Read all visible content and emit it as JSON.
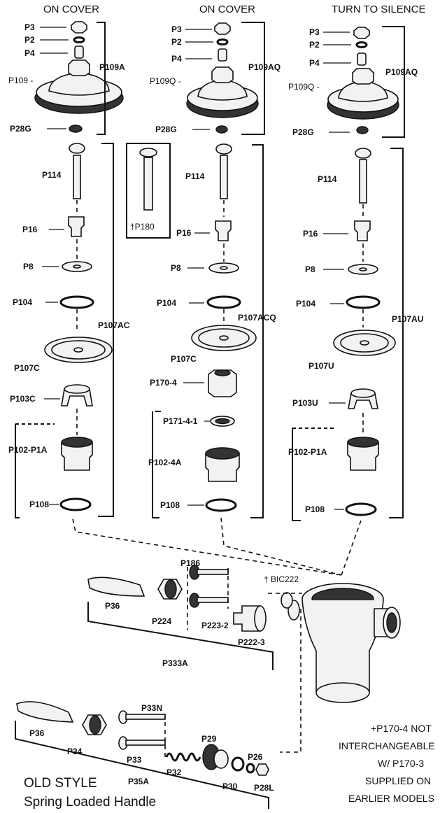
{
  "headers": {
    "col1": "ON COVER",
    "col2": "ON COVER",
    "col3": "TURN TO SILENCE"
  },
  "col1": {
    "p3": "P3",
    "p2": "P2",
    "p4": "P4",
    "p109": "P109 -",
    "p28g": "P28G",
    "p114": "P114",
    "p16": "P16",
    "p8": "P8",
    "p104": "P104",
    "p107c": "P107C",
    "p103c": "P103C",
    "p102": "P102-P1A",
    "p108": "P108",
    "group_top": "P109A",
    "group_bottom": "P107AC"
  },
  "col2": {
    "p3": "P3",
    "p2": "P2",
    "p4": "P4",
    "p109q": "P109Q -",
    "p28g": "P28G",
    "p114": "P114",
    "p16": "P16",
    "p8": "P8",
    "p104": "P104",
    "p107c": "P107C",
    "p170": "P170-4",
    "p171": "P171-4-1",
    "p102": "P102-4A",
    "p108": "P108",
    "group_top": "P109AQ",
    "group_bottom": "P107ACQ",
    "inset": "†P180"
  },
  "col3": {
    "p3": "P3",
    "p2": "P2",
    "p4": "P4",
    "p109q": "P109Q -",
    "p28g": "P28G",
    "p114": "P114",
    "p16": "P16",
    "p8": "P8",
    "p104": "P104",
    "p107u": "P107U",
    "p103u": "P103U",
    "p102": "P102-P1A",
    "p108": "P108",
    "group_top": "P109AQ",
    "group_bottom": "P107AU"
  },
  "handle": {
    "p186": "P186",
    "bic222": "† BIC222",
    "p36": "P36",
    "p224": "P224",
    "p223": "P223-2",
    "p222": "P222-3",
    "group": "P333A"
  },
  "old": {
    "p33n": "P33N",
    "p36": "P36",
    "p34": "P34",
    "p29": "P29",
    "p33": "P33",
    "p32": "P32",
    "p26": "P26",
    "p30": "P30",
    "p28l": "P28L",
    "group": "P35A",
    "title1": "OLD  STYLE",
    "title2": "Spring Loaded Handle"
  },
  "note": {
    "line1": "+P170-4 NOT",
    "line2": "INTERCHANGEABLE",
    "line3": "W/ P170-3",
    "line4": "SUPPLIED ON",
    "line5": "EARLIER MODELS"
  }
}
